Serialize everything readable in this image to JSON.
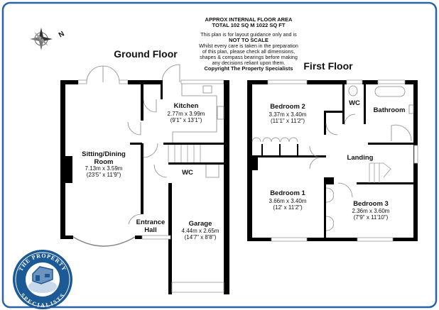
{
  "notice": {
    "area_line1": "APPROX INTERNAL FLOOR AREA",
    "area_line2": "TOTAL 102 SQ M 1022 SQ FT",
    "disclaimer": [
      "This plan is for layout guidance only and is",
      "NOT TO SCALE",
      "Whilst every care is taken in the preparation",
      "of this plan, please check all dimensions,",
      "shapes & compass bearings before making",
      "any decisions reliant upon them.",
      "Copyright The Property Specialists"
    ]
  },
  "compass": {
    "icon": "compass-rose-icon",
    "label": "N"
  },
  "logo": {
    "text": "THE PROPERTY SPECIALISTS",
    "color": "#1c5a96"
  },
  "colors": {
    "border": "#2a64a8",
    "walls": "#000000"
  },
  "ground_floor": {
    "title": "Ground Floor",
    "rooms": [
      {
        "name": "Kitchen",
        "metric": "2.77m x 3.99m",
        "imperial": "(9'1\" x 13'1\")"
      },
      {
        "name_line1": "Sitting/Dining",
        "name_line2": "Room",
        "metric": "7.13m x 3.59m",
        "imperial": "(23'5\" x 11'9\")"
      },
      {
        "name": "WC"
      },
      {
        "name_line1": "Entrance",
        "name_line2": "Hall"
      },
      {
        "name": "Garage",
        "metric": "4.44m x 2.65m",
        "imperial": "(14'7\" x 8'8\")"
      }
    ]
  },
  "first_floor": {
    "title": "First Floor",
    "rooms": [
      {
        "name": "Bedroom 2",
        "metric": "3.37m x 3.40m",
        "imperial": "(11'1\" x 11'2\")"
      },
      {
        "name": "WC"
      },
      {
        "name": "Bathroom"
      },
      {
        "name": "Landing"
      },
      {
        "name": "Bedroom 1",
        "metric": "3.66m x 3.40m",
        "imperial": "(12' x 11'2\")"
      },
      {
        "name": "Bedroom 3",
        "metric": "2.36m x 3.60m",
        "imperial": "(7'9\" x 11'10\")"
      }
    ]
  }
}
